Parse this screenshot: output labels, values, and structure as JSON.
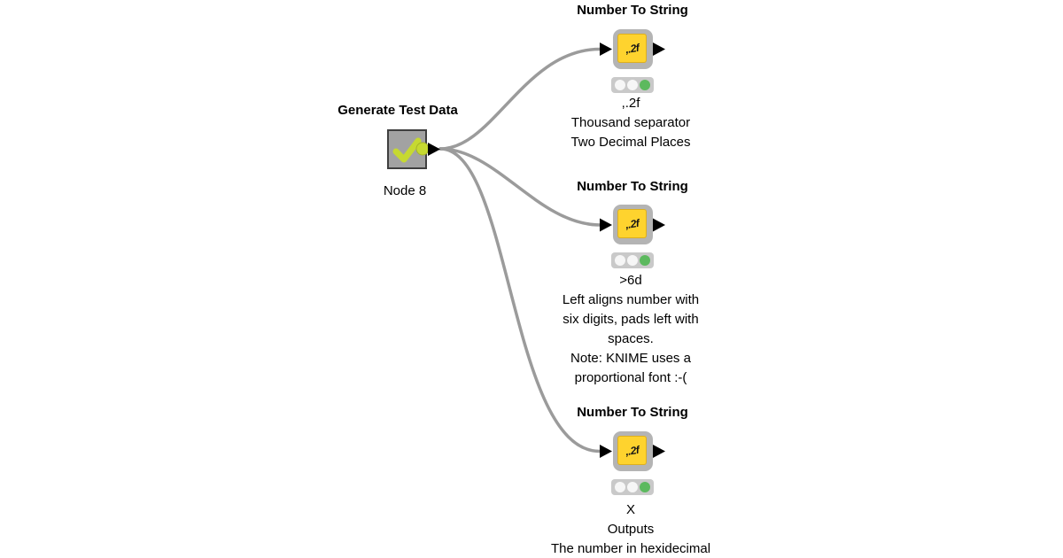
{
  "colors": {
    "background": "#ffffff",
    "wire": "#9b9b9b",
    "source_node_fill": "#a2a2a2",
    "source_node_border": "#3f3f3f",
    "check_green": "#c6d931",
    "port_circle_green": "#c6d931",
    "port_triangle_black": "#000000",
    "nts_frame_gray": "#b4b4b4",
    "nts_yellow": "#fed32e",
    "traffic_bg": "#c9c9c9",
    "traffic_off": "#f6f6f6",
    "traffic_green": "#5cb95e"
  },
  "icons": {
    "source_status": "checkmark-icon",
    "node_input_port": "right-triangle-port-icon",
    "node_output_port": "right-triangle-port-icon",
    "source_output_port": "green-circle-with-right-triangle"
  },
  "source_node": {
    "title": "Generate Test Data",
    "name": "Node 8",
    "status": "executed"
  },
  "nodes": [
    {
      "title": "Number To String",
      "icon_text": ",.2f",
      "traffic_light": "green",
      "annotation": ",.2f\nThousand separator\nTwo Decimal Places"
    },
    {
      "title": "Number To String",
      "icon_text": ",.2f",
      "traffic_light": "green",
      "annotation": ">6d\nLeft aligns number with\nsix digits, pads left with\nspaces.\nNote: KNIME uses a\nproportional font :-("
    },
    {
      "title": "Number To String",
      "icon_text": ",.2f",
      "traffic_light": "green",
      "annotation": "X\nOutputs\nThe number in hexidecimal"
    }
  ]
}
